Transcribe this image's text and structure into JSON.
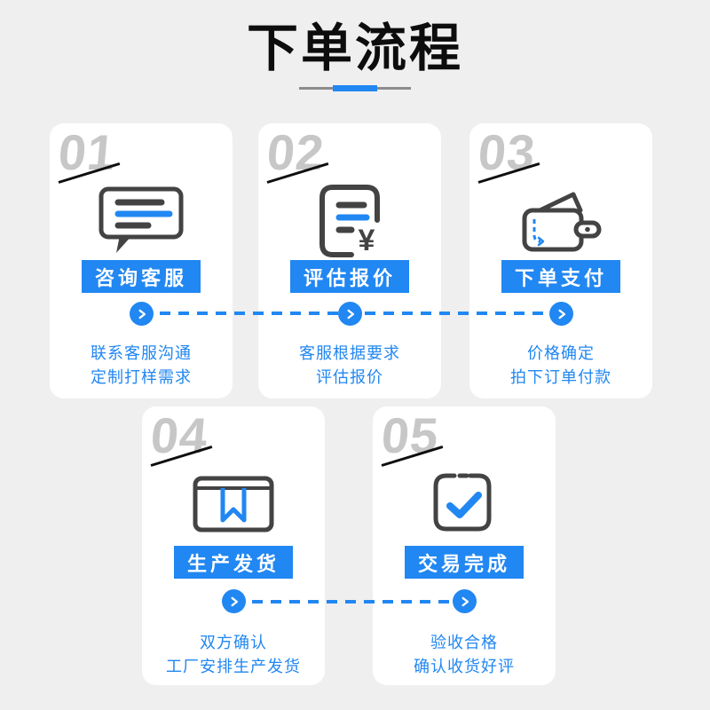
{
  "colors": {
    "accent_blue": "#2187f2",
    "icon_dark": "#434343",
    "number_gray": "#c7c7c7",
    "background": "#efefef",
    "card": "#ffffff"
  },
  "header": {
    "title": "下单流程"
  },
  "steps": [
    {
      "number": "01",
      "icon": "chat-bubble-icon",
      "button_label": "咨询客服",
      "desc1": "联系客服沟通",
      "desc2": "定制打样需求"
    },
    {
      "number": "02",
      "icon": "quote-document-icon",
      "button_label": "评估报价",
      "desc1": "客服根据要求",
      "desc2": "评估报价",
      "currency_symbol": "¥"
    },
    {
      "number": "03",
      "icon": "wallet-icon",
      "button_label": "下单支付",
      "desc1": "价格确定",
      "desc2": "拍下订单付款"
    },
    {
      "number": "04",
      "icon": "package-box-icon",
      "button_label": "生产发货",
      "desc1": "双方确认",
      "desc2": "工厂安排生产发货"
    },
    {
      "number": "05",
      "icon": "clipboard-check-icon",
      "button_label": "交易完成",
      "desc1": "验收合格",
      "desc2": "确认收货好评"
    }
  ]
}
